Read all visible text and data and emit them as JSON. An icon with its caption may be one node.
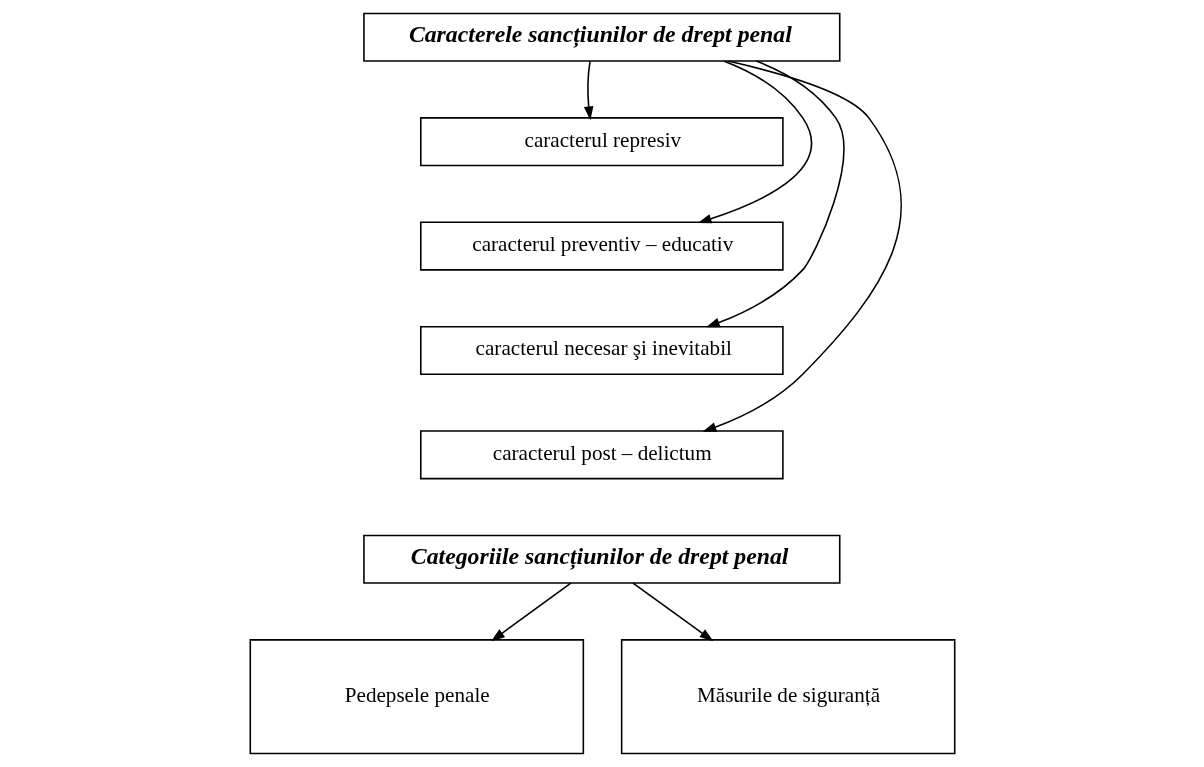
{
  "diagram": {
    "nodes": [
      {
        "text": [
          "Caracterele sancțiunilor de drept penal"
        ]
      },
      {
        "text": [
          "caracterul represiv"
        ]
      },
      {
        "text": [
          "caracterul preventiv – educativ"
        ]
      },
      {
        "text": [
          "caracterul necesar şi inevitabil"
        ]
      },
      {
        "text": [
          "caracterul post – delictum"
        ]
      },
      {
        "text": [
          "Categoriile sancțiunilor de drept penal"
        ]
      },
      {
        "text": [
          "Pedepsele penale"
        ]
      },
      {
        "text": [
          "Măsurile de siguranță"
        ]
      }
    ],
    "edges": [
      {
        "from": 0,
        "to": 1,
        "arrow": "to"
      },
      {
        "from": 0,
        "to": 2,
        "arrow": "to"
      },
      {
        "from": 0,
        "to": 3,
        "arrow": "to"
      },
      {
        "from": 0,
        "to": 4,
        "arrow": "to"
      },
      {
        "from": 5,
        "to": 6,
        "arrow": "to"
      },
      {
        "from": 5,
        "to": 7,
        "arrow": "to"
      }
    ]
  }
}
